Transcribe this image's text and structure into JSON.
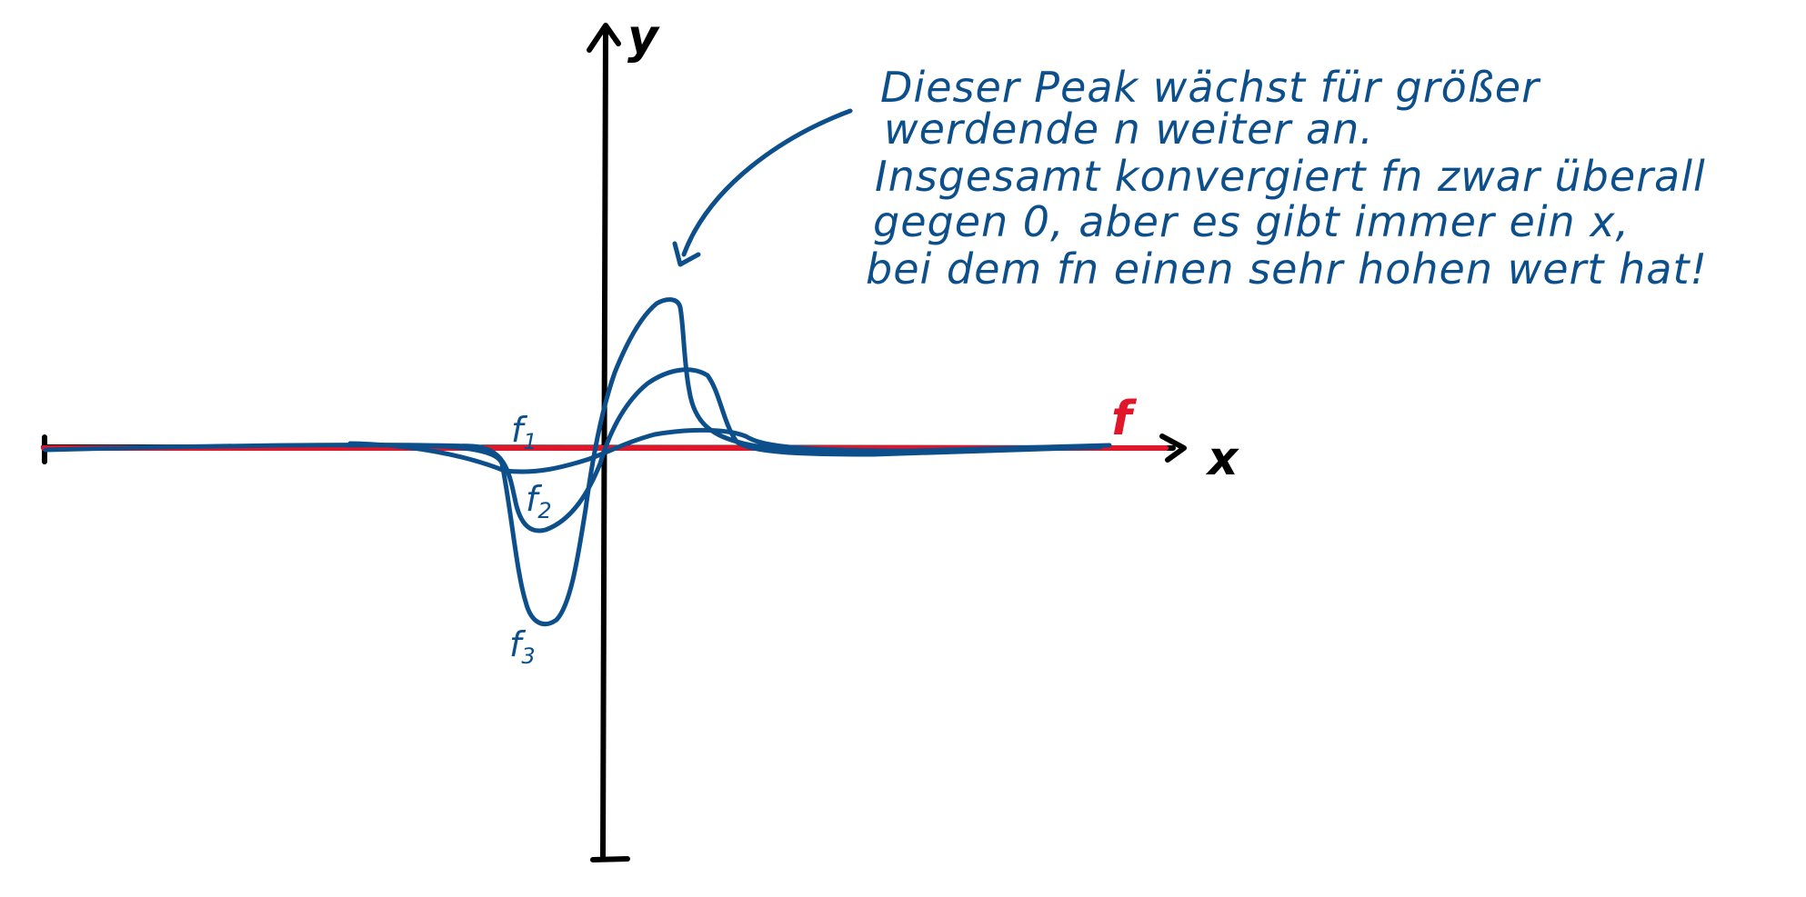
{
  "axes": {
    "x_label": "x",
    "y_label": "y"
  },
  "limit": {
    "label": "f"
  },
  "curves": [
    {
      "label": "f1"
    },
    {
      "label": "f2"
    },
    {
      "label": "f3"
    }
  ],
  "annotation": {
    "lines": [
      "Dieser Peak wächst für größer",
      "werdende n weiter an.",
      "Insgesamt konvergiert fn zwar überall",
      "gegen 0, aber es gibt immer ein x,",
      "bei dem fn einen sehr hohen wert hat!"
    ]
  },
  "colors": {
    "ink": "#0d4f8b",
    "limit": "#e0172b",
    "axes": "#000000"
  }
}
